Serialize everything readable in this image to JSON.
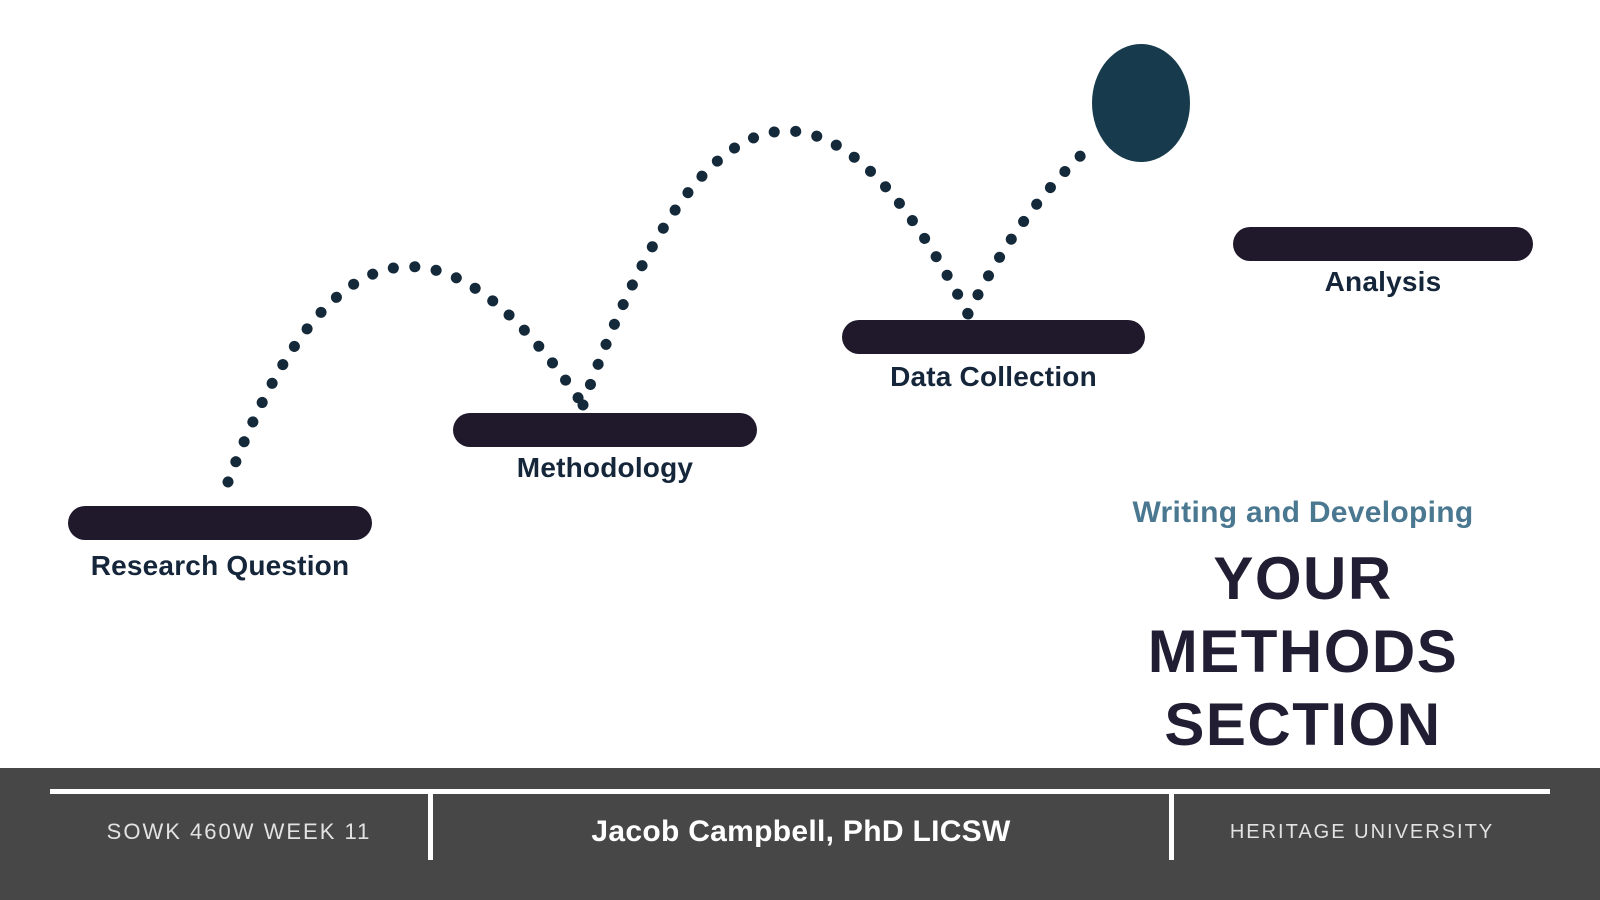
{
  "slide": {
    "background": "#FFFFFF",
    "ink_color": "#1F192B",
    "dot_color": "#14293A",
    "ball_color": "#173B4D"
  },
  "steps": [
    {
      "label": "Research Question"
    },
    {
      "label": "Methodology"
    },
    {
      "label": "Data Collection"
    },
    {
      "label": "Analysis"
    }
  ],
  "title": {
    "kicker": "Writing and Developing",
    "kicker_color": "#4A7890",
    "lines": [
      "YOUR",
      "METHODS",
      "SECTION"
    ],
    "title_color": "#211D33"
  },
  "footer": {
    "background": "#474747",
    "left": "SOWK 460W WEEK 11",
    "center": "Jacob Campbell, PhD LICSW",
    "right": "HERITAGE UNIVERSITY"
  }
}
